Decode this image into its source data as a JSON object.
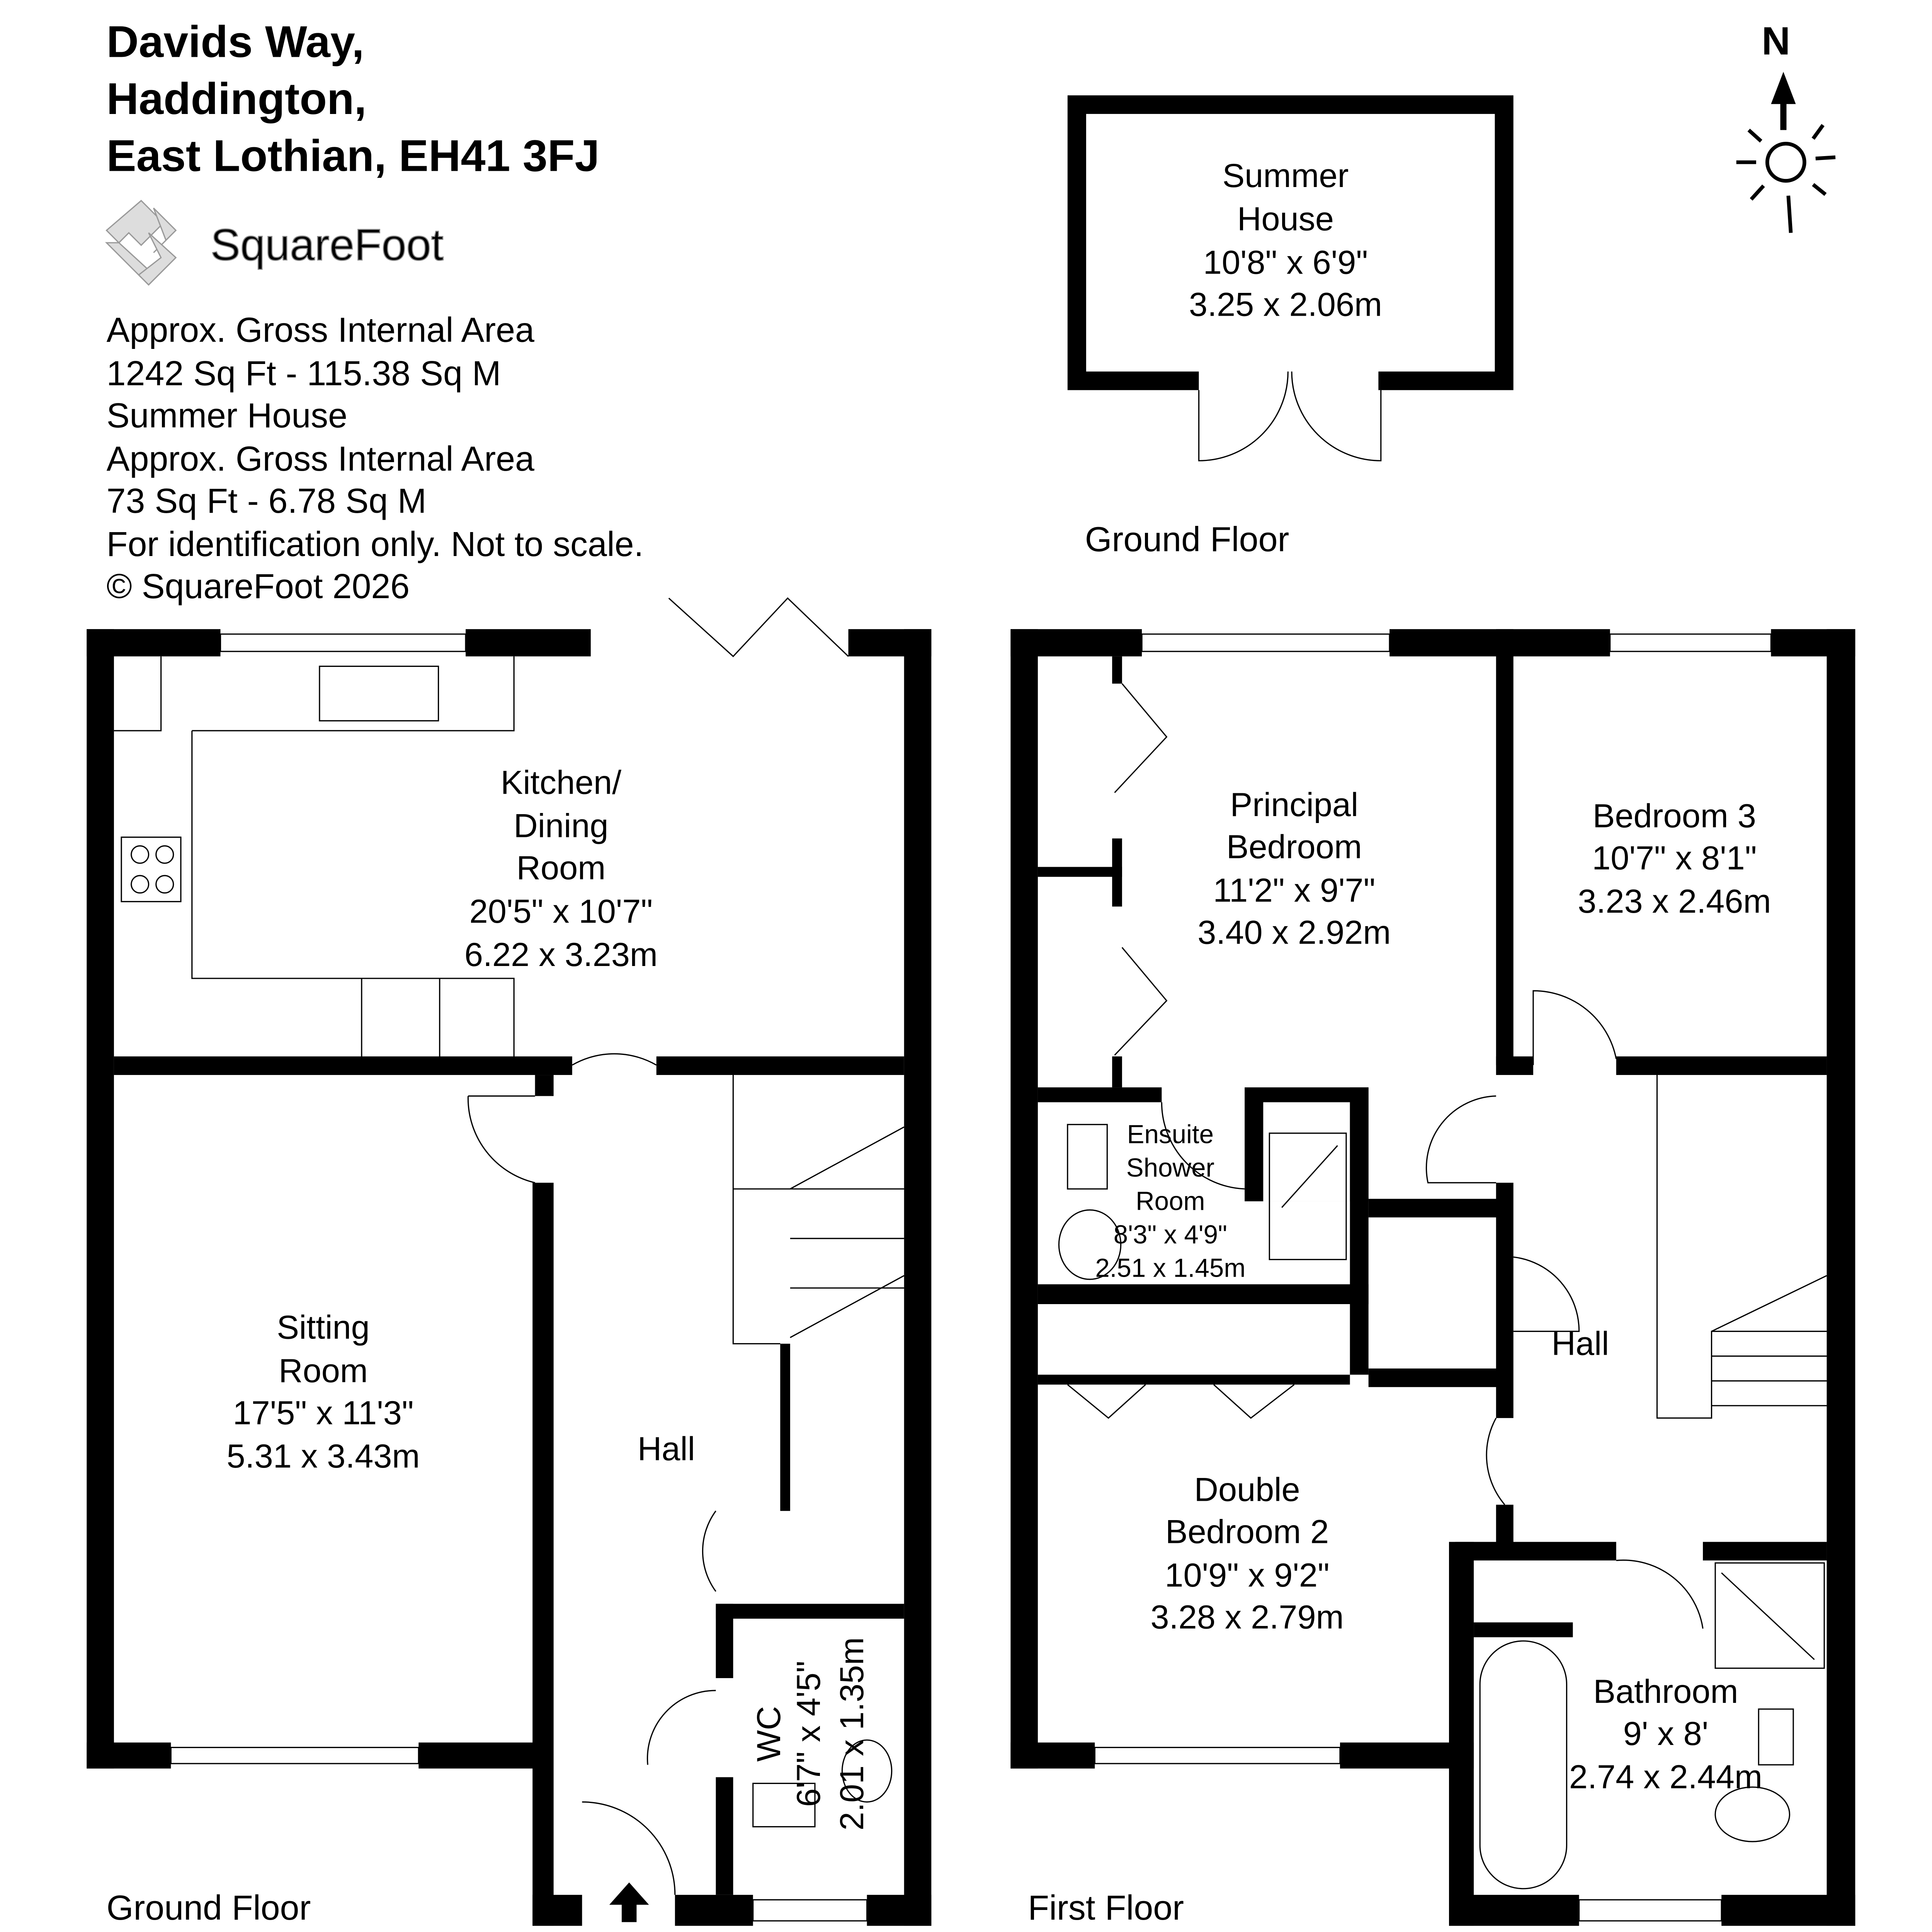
{
  "header": {
    "address_lines": [
      "Davids Way,",
      "Haddington,",
      "East Lothian, EH41 3FJ"
    ],
    "logo_text": "SquareFoot",
    "info_lines": [
      "Approx. Gross Internal Area",
      "1242 Sq Ft  -  115.38 Sq M",
      "Summer House",
      "Approx. Gross Internal Area",
      "73 Sq Ft  -  6.78 Sq M",
      "For identification only. Not to scale.",
      "© SquareFoot 2026"
    ]
  },
  "compass": {
    "label": "N",
    "icon": "compass-sun-icon"
  },
  "floors": {
    "summer_house_caption": "Ground Floor",
    "ground_caption": "Ground Floor",
    "first_caption": "First Floor"
  },
  "rooms": {
    "summer_house": [
      "Summer",
      "House",
      "10'8\" x 6'9\"",
      "3.25 x 2.06m"
    ],
    "kitchen": [
      "Kitchen/",
      "Dining",
      "Room",
      "20'5\" x 10'7\"",
      "6.22 x 3.23m"
    ],
    "sitting": [
      "Sitting",
      "Room",
      "17'5\" x 11'3\"",
      "5.31 x 3.43m"
    ],
    "ground_hall": [
      "Hall"
    ],
    "wc": [
      "WC",
      "6'7\" x 4'5\"",
      "2.01 x 1.35m"
    ],
    "principal": [
      "Principal",
      "Bedroom",
      "11'2\" x 9'7\"",
      "3.40 x 2.92m"
    ],
    "bedroom3": [
      "Bedroom 3",
      "10'7\" x 8'1\"",
      "3.23 x 2.46m"
    ],
    "ensuite": [
      "Ensuite",
      "Shower",
      "Room",
      "8'3\" x 4'9\"",
      "2.51 x 1.45m"
    ],
    "first_hall": [
      "Hall"
    ],
    "bedroom2": [
      "Double",
      "Bedroom 2",
      "10'9\" x 9'2\"",
      "3.28 x 2.79m"
    ],
    "bathroom": [
      "Bathroom",
      "9' x 8'",
      "2.74 x 2.44m"
    ]
  }
}
